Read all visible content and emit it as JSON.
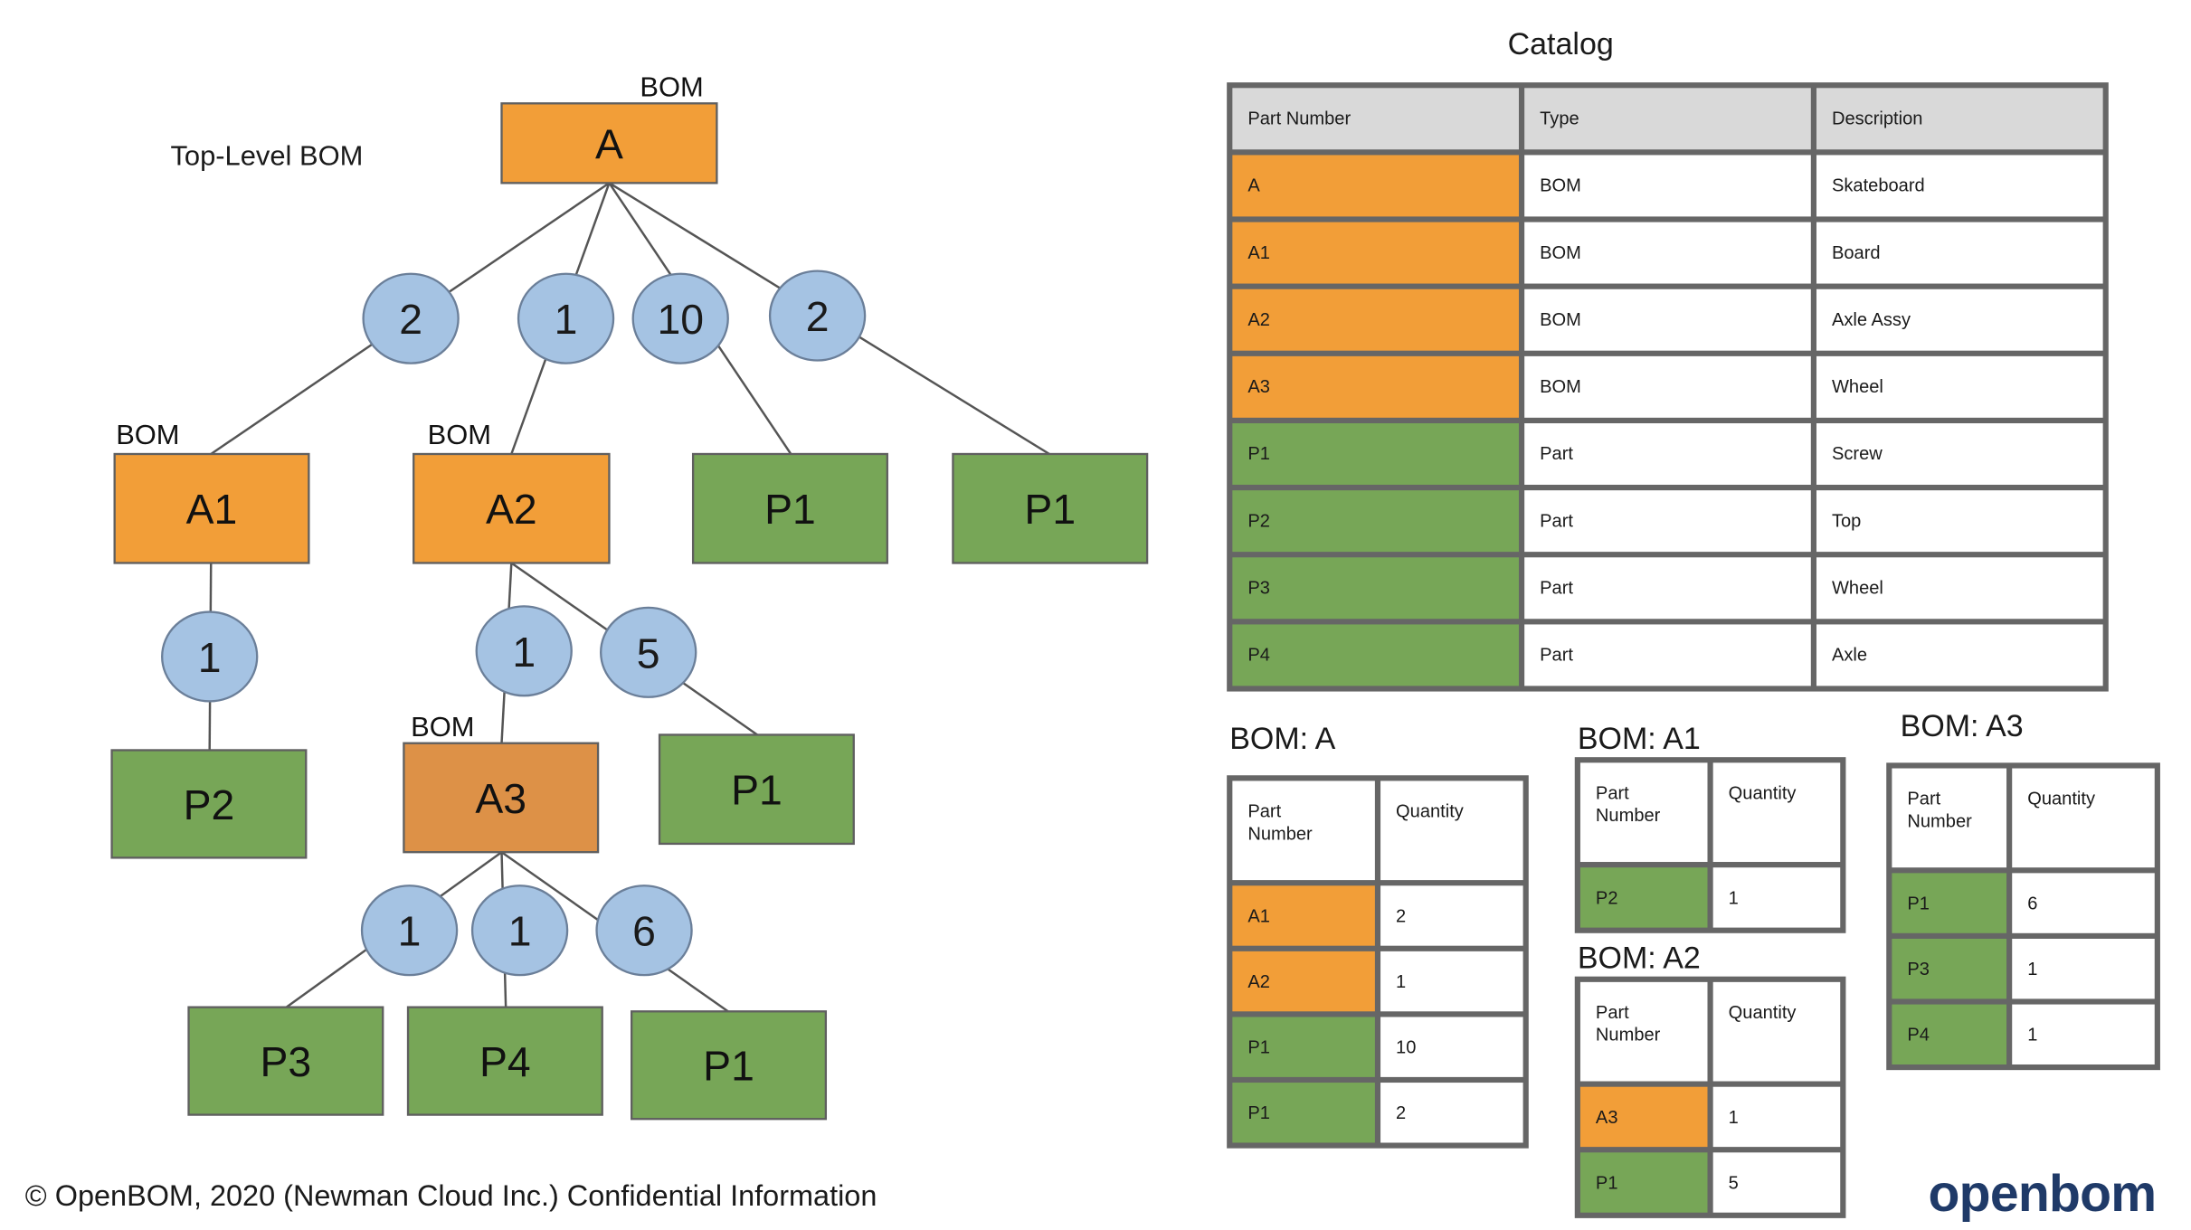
{
  "diagram": {
    "top_level_label": "Top-Level BOM",
    "nodes": [
      {
        "id": "A",
        "label": "A",
        "kind": "bom",
        "tag": "BOM",
        "color": "#f29e38"
      },
      {
        "id": "A1",
        "label": "A1",
        "kind": "bom",
        "tag": "BOM",
        "color": "#f29e38"
      },
      {
        "id": "A2",
        "label": "A2",
        "kind": "bom",
        "tag": "BOM",
        "color": "#f29e38"
      },
      {
        "id": "P1a",
        "label": "P1",
        "kind": "part",
        "color": "#77a657"
      },
      {
        "id": "P1b",
        "label": "P1",
        "kind": "part",
        "color": "#77a657"
      },
      {
        "id": "P2",
        "label": "P2",
        "kind": "part",
        "color": "#77a657"
      },
      {
        "id": "A3",
        "label": "A3",
        "kind": "bom",
        "tag": "BOM",
        "color": "#dd9147"
      },
      {
        "id": "P1c",
        "label": "P1",
        "kind": "part",
        "color": "#77a657"
      },
      {
        "id": "P3",
        "label": "P3",
        "kind": "part",
        "color": "#77a657"
      },
      {
        "id": "P4",
        "label": "P4",
        "kind": "part",
        "color": "#77a657"
      },
      {
        "id": "P1d",
        "label": "P1",
        "kind": "part",
        "color": "#77a657"
      }
    ],
    "edges": [
      {
        "from": "A",
        "to": "A1",
        "qty": "2"
      },
      {
        "from": "A",
        "to": "A2",
        "qty": "1"
      },
      {
        "from": "A",
        "to": "P1a",
        "qty": "10"
      },
      {
        "from": "A",
        "to": "P1b",
        "qty": "2"
      },
      {
        "from": "A1",
        "to": "P2",
        "qty": "1"
      },
      {
        "from": "A2",
        "to": "A3",
        "qty": "1"
      },
      {
        "from": "A2",
        "to": "P1c",
        "qty": "5"
      },
      {
        "from": "A3",
        "to": "P3",
        "qty": "1"
      },
      {
        "from": "A3",
        "to": "P4",
        "qty": "1"
      },
      {
        "from": "A3",
        "to": "P1d",
        "qty": "6"
      }
    ],
    "qty_bubble_color": "#a5c3e3"
  },
  "catalog": {
    "title": "Catalog",
    "headers": [
      "Part Number",
      "Type",
      "Description"
    ],
    "rows": [
      {
        "part": "A",
        "type": "BOM",
        "description": "Skateboard",
        "color": "orange"
      },
      {
        "part": "A1",
        "type": "BOM",
        "description": "Board",
        "color": "orange"
      },
      {
        "part": "A2",
        "type": "BOM",
        "description": "Axle Assy",
        "color": "orange"
      },
      {
        "part": "A3",
        "type": "BOM",
        "description": "Wheel",
        "color": "orange"
      },
      {
        "part": "P1",
        "type": "Part",
        "description": "Screw",
        "color": "green"
      },
      {
        "part": "P2",
        "type": "Part",
        "description": "Top",
        "color": "green"
      },
      {
        "part": "P3",
        "type": "Part",
        "description": "Wheel",
        "color": "green"
      },
      {
        "part": "P4",
        "type": "Part",
        "description": "Axle",
        "color": "green"
      }
    ]
  },
  "bom_tables": [
    {
      "id": "A",
      "title": "BOM: A",
      "headers": [
        "Part Number",
        "Quantity"
      ],
      "rows": [
        {
          "part": "A1",
          "qty": "2",
          "color": "orange"
        },
        {
          "part": "A2",
          "qty": "1",
          "color": "orange"
        },
        {
          "part": "P1",
          "qty": "10",
          "color": "green"
        },
        {
          "part": "P1",
          "qty": "2",
          "color": "green"
        }
      ]
    },
    {
      "id": "A1",
      "title": "BOM: A1",
      "headers": [
        "Part Number",
        "Quantity"
      ],
      "rows": [
        {
          "part": "P2",
          "qty": "1",
          "color": "green"
        }
      ]
    },
    {
      "id": "A2",
      "title": "BOM: A2",
      "headers": [
        "Part Number",
        "Quantity"
      ],
      "rows": [
        {
          "part": "A3",
          "qty": "1",
          "color": "orange"
        },
        {
          "part": "P1",
          "qty": "5",
          "color": "green"
        }
      ]
    },
    {
      "id": "A3",
      "title": "BOM: A3",
      "headers": [
        "Part Number",
        "Quantity"
      ],
      "rows": [
        {
          "part": "P1",
          "qty": "6",
          "color": "green"
        },
        {
          "part": "P3",
          "qty": "1",
          "color": "green"
        },
        {
          "part": "P4",
          "qty": "1",
          "color": "green"
        }
      ]
    }
  ],
  "footer": {
    "copyright": "© OpenBOM, 2020 (Newman Cloud Inc.) Confidential Information",
    "logo_text": "openbom",
    "logo_color": "#1f3a68"
  }
}
